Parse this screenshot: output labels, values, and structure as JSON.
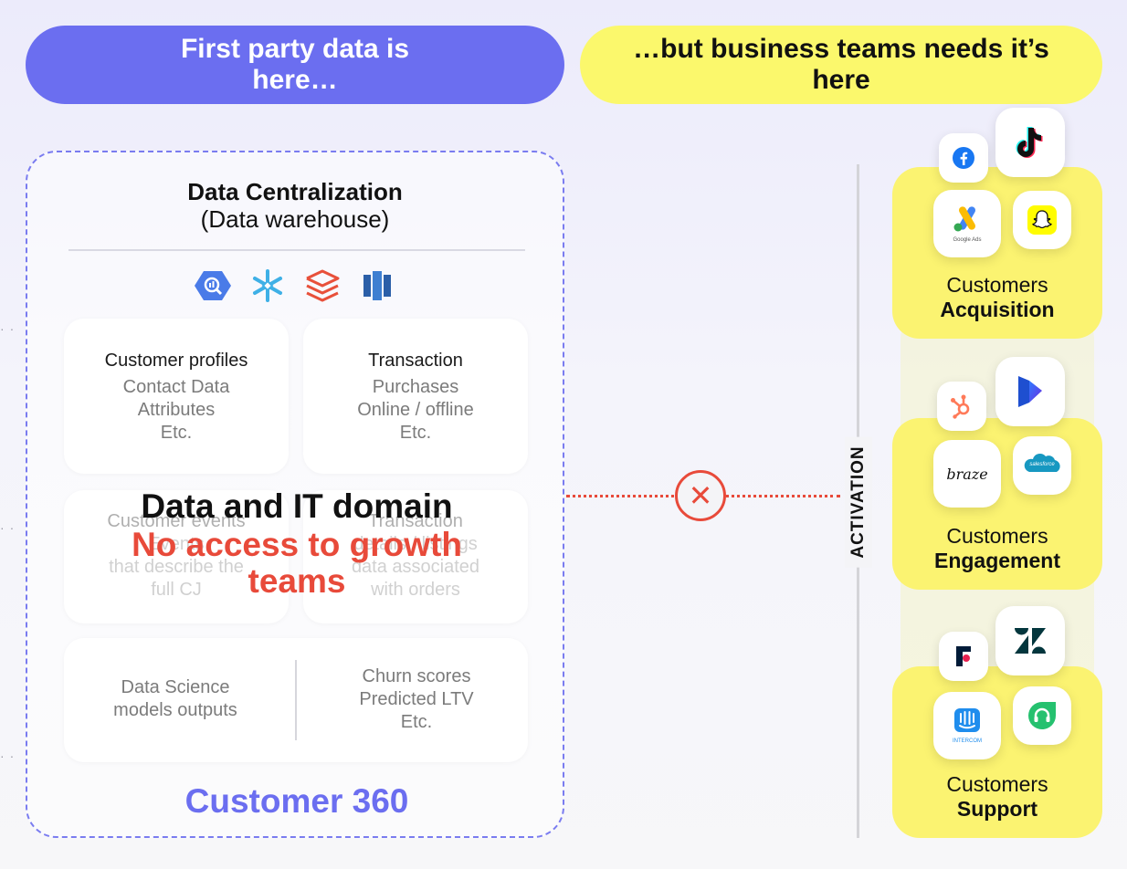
{
  "headers": {
    "left": "First party data is\nhere…",
    "right": "…but business teams needs it’s\nhere"
  },
  "warehouse": {
    "title": "Data Centralization",
    "subtitle": "(Data warehouse)",
    "logos": [
      "bigquery-icon",
      "snowflake-icon",
      "databricks-icon",
      "redshift-icon"
    ],
    "cards": {
      "profiles": {
        "title": "Customer profiles",
        "body": "Contact Data\nAttributes\nEtc."
      },
      "transaction": {
        "title": "Transaction",
        "body": "Purchases\nOnline / offline\nEtc."
      },
      "events": {
        "title": "Customer events",
        "body": "Events\nthat describe the\nfull CJ"
      },
      "transaction_details": {
        "title": "Transaction",
        "body": "details / listings\ndata associated\nwith orders"
      },
      "models": {
        "body": "Data Science\nmodels outputs"
      },
      "scores": {
        "body": "Churn scores\nPredicted LTV\nEtc."
      }
    },
    "overlay_title": "Data and IT domain",
    "overlay_subtitle": "No access to growth\nteams",
    "footer": "Customer 360"
  },
  "activation": {
    "label": "ACTIVATION",
    "blocked_icon": "close-icon"
  },
  "colors": {
    "purple": "#6b6ef0",
    "yellow": "#fbf86c",
    "red": "#e84a3a"
  },
  "groups": [
    {
      "line1": "Customers",
      "line2": "Acquisition",
      "apps": [
        "facebook-icon",
        "tiktok-icon",
        "google-ads-icon",
        "snapchat-icon"
      ],
      "google_ads_caption": "Google Ads"
    },
    {
      "line1": "Customers",
      "line2": "Engagement",
      "apps": [
        "hubspot-icon",
        "dynamics-icon",
        "braze-icon",
        "salesforce-icon"
      ],
      "braze_wordmark": "braze",
      "salesforce_wordmark": "salesforce"
    },
    {
      "line1": "Customers",
      "line2": "Support",
      "apps": [
        "front-icon",
        "zendesk-icon",
        "intercom-icon",
        "freshdesk-icon"
      ],
      "intercom_wordmark": "INTERCOM"
    }
  ]
}
